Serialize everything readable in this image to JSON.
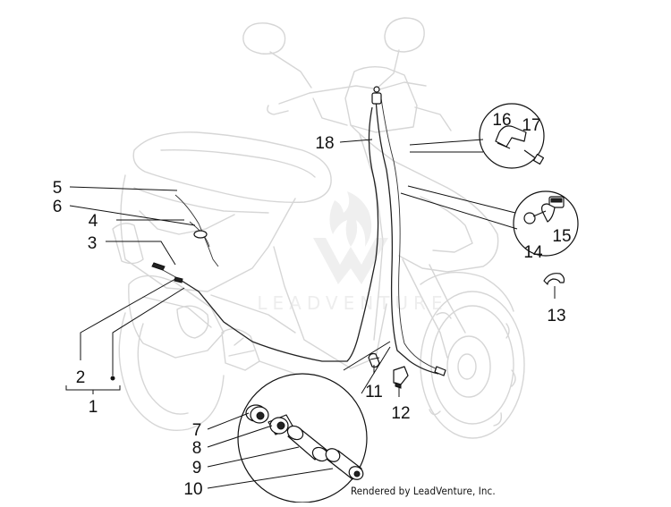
{
  "diagram": {
    "callouts": [
      {
        "id": "1",
        "label": "1"
      },
      {
        "id": "2",
        "label": "2"
      },
      {
        "id": "3",
        "label": "3"
      },
      {
        "id": "4",
        "label": "4"
      },
      {
        "id": "5",
        "label": "5"
      },
      {
        "id": "6",
        "label": "6"
      },
      {
        "id": "7",
        "label": "7"
      },
      {
        "id": "8",
        "label": "8"
      },
      {
        "id": "9",
        "label": "9"
      },
      {
        "id": "10",
        "label": "10"
      },
      {
        "id": "11",
        "label": "11"
      },
      {
        "id": "12",
        "label": "12"
      },
      {
        "id": "13",
        "label": "13"
      },
      {
        "id": "14",
        "label": "14"
      },
      {
        "id": "15",
        "label": "15"
      },
      {
        "id": "16",
        "label": "16"
      },
      {
        "id": "17",
        "label": "17"
      },
      {
        "id": "18",
        "label": "18"
      }
    ],
    "watermark": "LEADVENTURE",
    "credit": "Rendered by LeadVenture, Inc.",
    "colors": {
      "ink": "#111111",
      "ghost": "#d6d6d6",
      "background": "#ffffff"
    }
  }
}
